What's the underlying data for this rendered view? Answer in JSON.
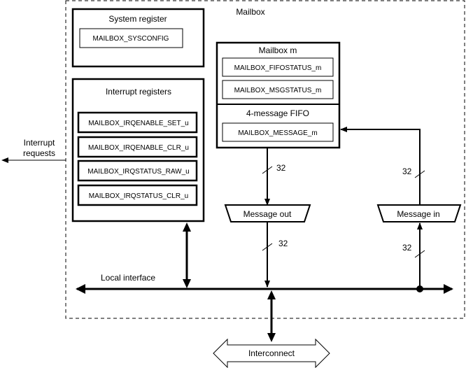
{
  "mailbox_title": "Mailbox",
  "system_register": {
    "title": "System register",
    "registers": [
      "MAILBOX_SYSCONFIG"
    ]
  },
  "interrupt_registers": {
    "title": "Interrupt registers",
    "registers": [
      "MAILBOX_IRQENABLE_SET_u",
      "MAILBOX_IRQENABLE_CLR_u",
      "MAILBOX_IRQSTATUS_RAW_u",
      "MAILBOX_IRQSTATUS_CLR_u"
    ]
  },
  "mailbox_m": {
    "title": "Mailbox m",
    "registers": [
      "MAILBOX_FIFOSTATUS_m",
      "MAILBOX_MSGSTATUS_m"
    ]
  },
  "fifo": {
    "title": "4-message FIFO",
    "register": "MAILBOX_MESSAGE_m"
  },
  "interrupt_requests": [
    "Interrupt",
    "requests"
  ],
  "message_out": "Message out",
  "message_in": "Message in",
  "bus_widths": {
    "fifo_to_out": "32",
    "out_to_bus": "32",
    "in_to_fifo": "32",
    "bus_to_in": "32"
  },
  "local_interface": "Local interface",
  "interconnect": "Interconnect"
}
